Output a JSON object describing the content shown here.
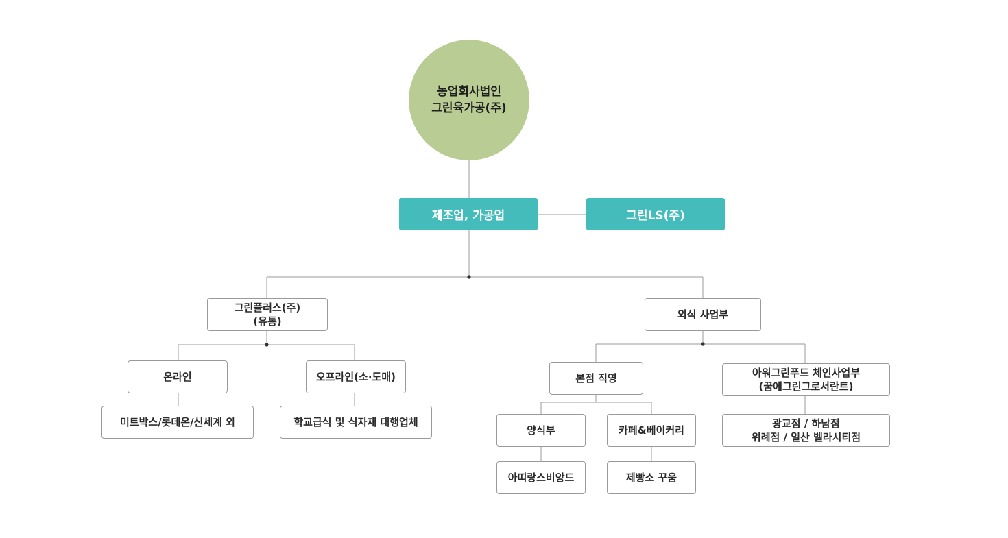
{
  "root": {
    "line1": "농업회사법인",
    "line2": "그린육가공(주)"
  },
  "level1": {
    "main": "제조업, 가공업",
    "side": "그린LS(주)"
  },
  "branches": {
    "left": {
      "line1": "그린플러스(주)",
      "line2": "(유통)",
      "children": [
        {
          "label": "온라인",
          "detail": "미트박스/롯데온/신세계 외"
        },
        {
          "label": "오프라인(소·도매)",
          "detail": "학교급식 및 식자재 대행업체"
        }
      ]
    },
    "right": {
      "label": "외식 사업부",
      "direct": {
        "label": "본점 직영",
        "children": [
          {
            "label": "양식부",
            "detail": "아띠랑스비앙드"
          },
          {
            "label": "카페&베이커리",
            "detail": "제빵소 꾸움"
          }
        ]
      },
      "chain": {
        "line1": "아워그린푸드 체인사업부",
        "line2": "(꿈에그린그로서란트)",
        "detail_line1": "광교점 / 하남점",
        "detail_line2": "위례점 / 일산 벨라시티점"
      }
    }
  },
  "colors": {
    "teal": "#43bcbb",
    "circle": "#b8cc93",
    "line": "#9a9a9a",
    "dot": "#333333"
  }
}
